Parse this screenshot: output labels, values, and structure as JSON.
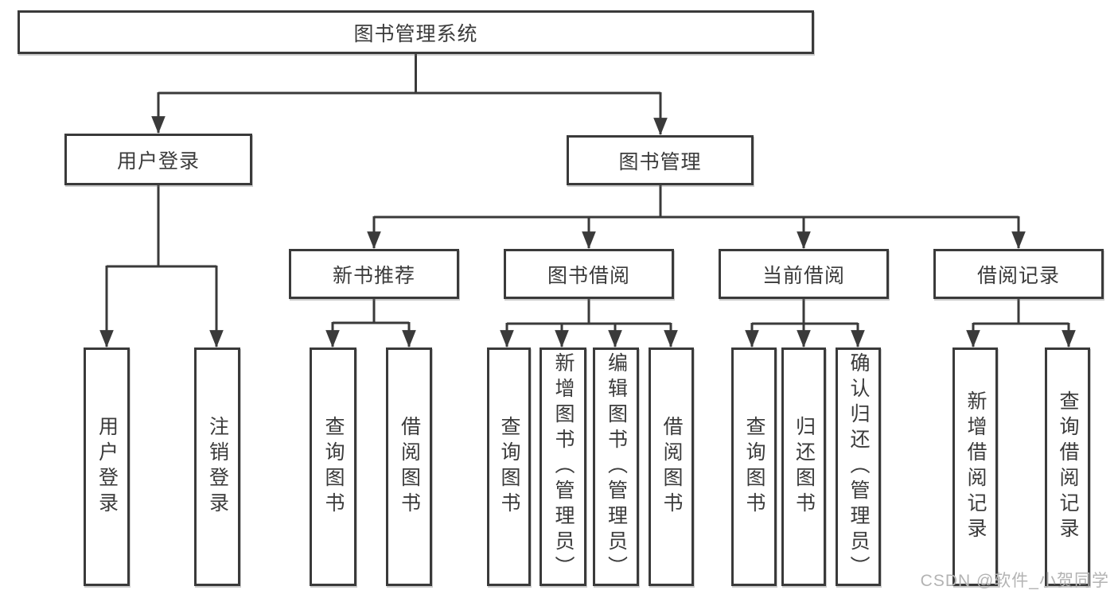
{
  "diagram": {
    "type": "tree",
    "root": "图书管理系统",
    "branches": {
      "user_login": {
        "label": "用户登录",
        "children": {
          "login": "用户登录",
          "logout": "注销登录"
        }
      },
      "book_mgmt": {
        "label": "图书管理",
        "children": {
          "new_book_rec": {
            "label": "新书推荐",
            "children": {
              "query": "查询图书",
              "borrow": "借阅图书"
            }
          },
          "book_borrow": {
            "label": "图书借阅",
            "children": {
              "query": "查询图书",
              "add": "新增图书（管理员）",
              "edit": "编辑图书（管理员）",
              "borrow": "借阅图书"
            }
          },
          "current_borrow": {
            "label": "当前借阅",
            "children": {
              "query": "查询图书",
              "return": "归还图书",
              "confirm": "确认归还（管理员）"
            }
          },
          "borrow_records": {
            "label": "借阅记录",
            "children": {
              "add": "新增借阅记录",
              "query": "查询借阅记录"
            }
          }
        }
      }
    }
  },
  "watermark": "CSDN @软件_小贺同学",
  "colors": {
    "line": "#3a3a3a",
    "text": "#3b3b3b",
    "watermark": "#b3b3b3",
    "bg": "#ffffff"
  }
}
